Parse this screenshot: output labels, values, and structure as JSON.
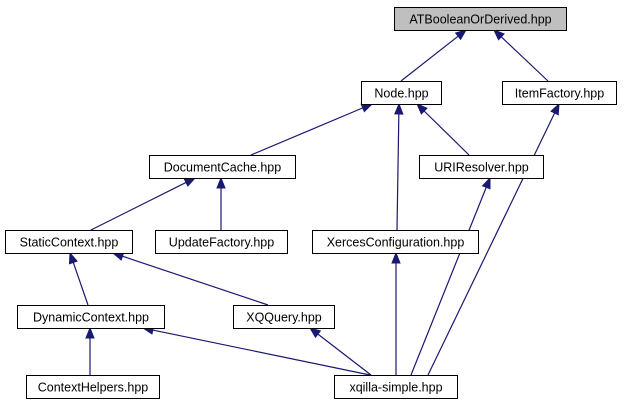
{
  "diagram": {
    "nodes": [
      {
        "id": "atboolean",
        "label": "ATBooleanOrDerived.hpp",
        "root": true
      },
      {
        "id": "node",
        "label": "Node.hpp"
      },
      {
        "id": "itemfactory",
        "label": "ItemFactory.hpp"
      },
      {
        "id": "documentcache",
        "label": "DocumentCache.hpp"
      },
      {
        "id": "uriresolver",
        "label": "URIResolver.hpp"
      },
      {
        "id": "staticcontext",
        "label": "StaticContext.hpp"
      },
      {
        "id": "updatefactory",
        "label": "UpdateFactory.hpp"
      },
      {
        "id": "xercesconfig",
        "label": "XercesConfiguration.hpp"
      },
      {
        "id": "dynamiccontext",
        "label": "DynamicContext.hpp"
      },
      {
        "id": "xqquery",
        "label": "XQQuery.hpp"
      },
      {
        "id": "contexthelpers",
        "label": "ContextHelpers.hpp"
      },
      {
        "id": "xqillasimple",
        "label": "xqilla-simple.hpp"
      }
    ],
    "edges": [
      {
        "from": "node",
        "to": "atboolean"
      },
      {
        "from": "itemfactory",
        "to": "atboolean"
      },
      {
        "from": "documentcache",
        "to": "node"
      },
      {
        "from": "xercesconfig",
        "to": "node"
      },
      {
        "from": "uriresolver",
        "to": "node"
      },
      {
        "from": "xqillasimple",
        "to": "itemfactory"
      },
      {
        "from": "staticcontext",
        "to": "documentcache"
      },
      {
        "from": "updatefactory",
        "to": "documentcache"
      },
      {
        "from": "xqillasimple",
        "to": "uriresolver"
      },
      {
        "from": "dynamiccontext",
        "to": "staticcontext"
      },
      {
        "from": "xqquery",
        "to": "staticcontext"
      },
      {
        "from": "xqillasimple",
        "to": "xercesconfig"
      },
      {
        "from": "contexthelpers",
        "to": "dynamiccontext"
      },
      {
        "from": "xqillasimple",
        "to": "dynamiccontext"
      },
      {
        "from": "xqillasimple",
        "to": "xqquery"
      }
    ]
  }
}
